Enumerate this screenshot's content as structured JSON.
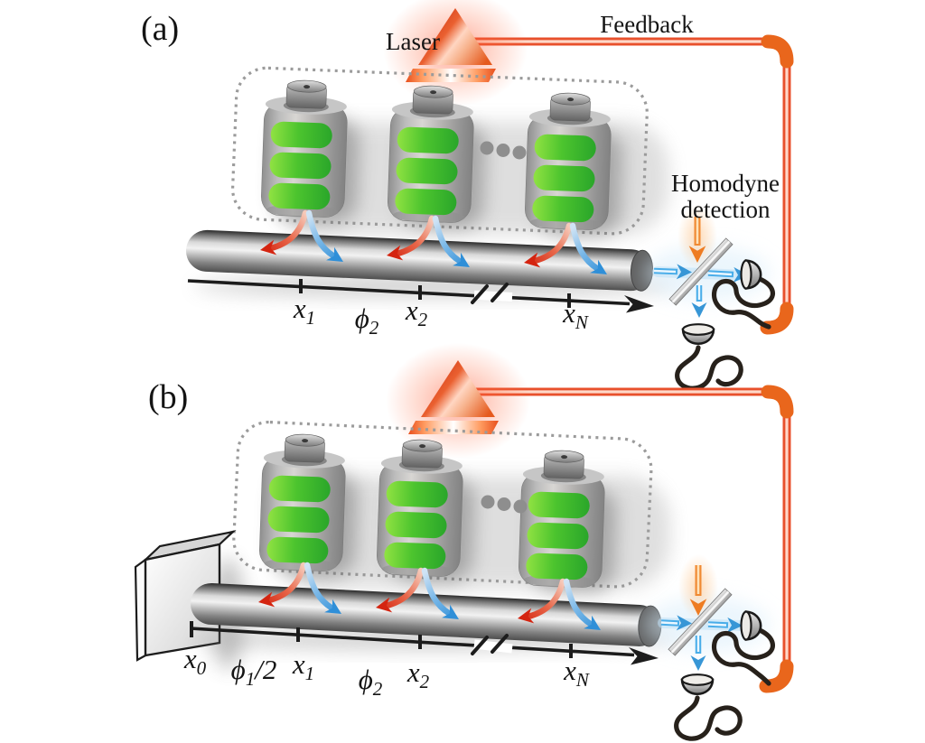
{
  "panel_a": {
    "label": "(a)",
    "laser_label": "Laser",
    "feedback_label": "Feedback",
    "homodyne_line1": "Homodyne",
    "homodyne_line2": "detection",
    "axis": [
      {
        "base": "x",
        "sub": "1",
        "suffix": ""
      },
      {
        "base": "ϕ",
        "sub": "2",
        "suffix": ""
      },
      {
        "base": "x",
        "sub": "2",
        "suffix": ""
      },
      {
        "base": "x",
        "sub": "N",
        "suffix": ""
      }
    ]
  },
  "panel_b": {
    "label": "(b)",
    "axis": [
      {
        "base": "x",
        "sub": "0",
        "suffix": ""
      },
      {
        "base": "ϕ",
        "sub": "1",
        "suffix": "/2"
      },
      {
        "base": "x",
        "sub": "1",
        "suffix": ""
      },
      {
        "base": "ϕ",
        "sub": "2",
        "suffix": ""
      },
      {
        "base": "x",
        "sub": "2",
        "suffix": ""
      },
      {
        "base": "x",
        "sub": "N",
        "suffix": ""
      }
    ]
  },
  "icons": {
    "laser": "red-prism-triangle",
    "feedback_line": "red-double-beam-with-orange-elbows",
    "atomic_ensemble": "gray-battery-cylinder-with-green-cells",
    "emission_arrow": "curved-red-arrow",
    "absorption_arrow": "curved-blue-arrow",
    "waveguide": "metallic-rod",
    "mirror": "gray-wall-slab",
    "beamsplitter": "tilted-gray-slab",
    "photodetector": "half-dome-with-wire",
    "ellipsis": "three-gray-dots"
  },
  "colors": {
    "background": "#ffffff",
    "feedback_beam_red": "#e8502c",
    "corner_orange": "#e9661c",
    "laser_red": "#d43815",
    "emission_arrow_red": "#d42410",
    "absorption_arrow_blue": "#2f8fd8",
    "battery_green": "#3db32a",
    "rod_gray": "#8a8a8a",
    "wire_black": "#27211b",
    "local_oscillator_orange": "#f08a33",
    "signal_beam_blue": "#49ade9",
    "text_black": "#141414",
    "dotted_box_gray": "#9b9b9b"
  }
}
